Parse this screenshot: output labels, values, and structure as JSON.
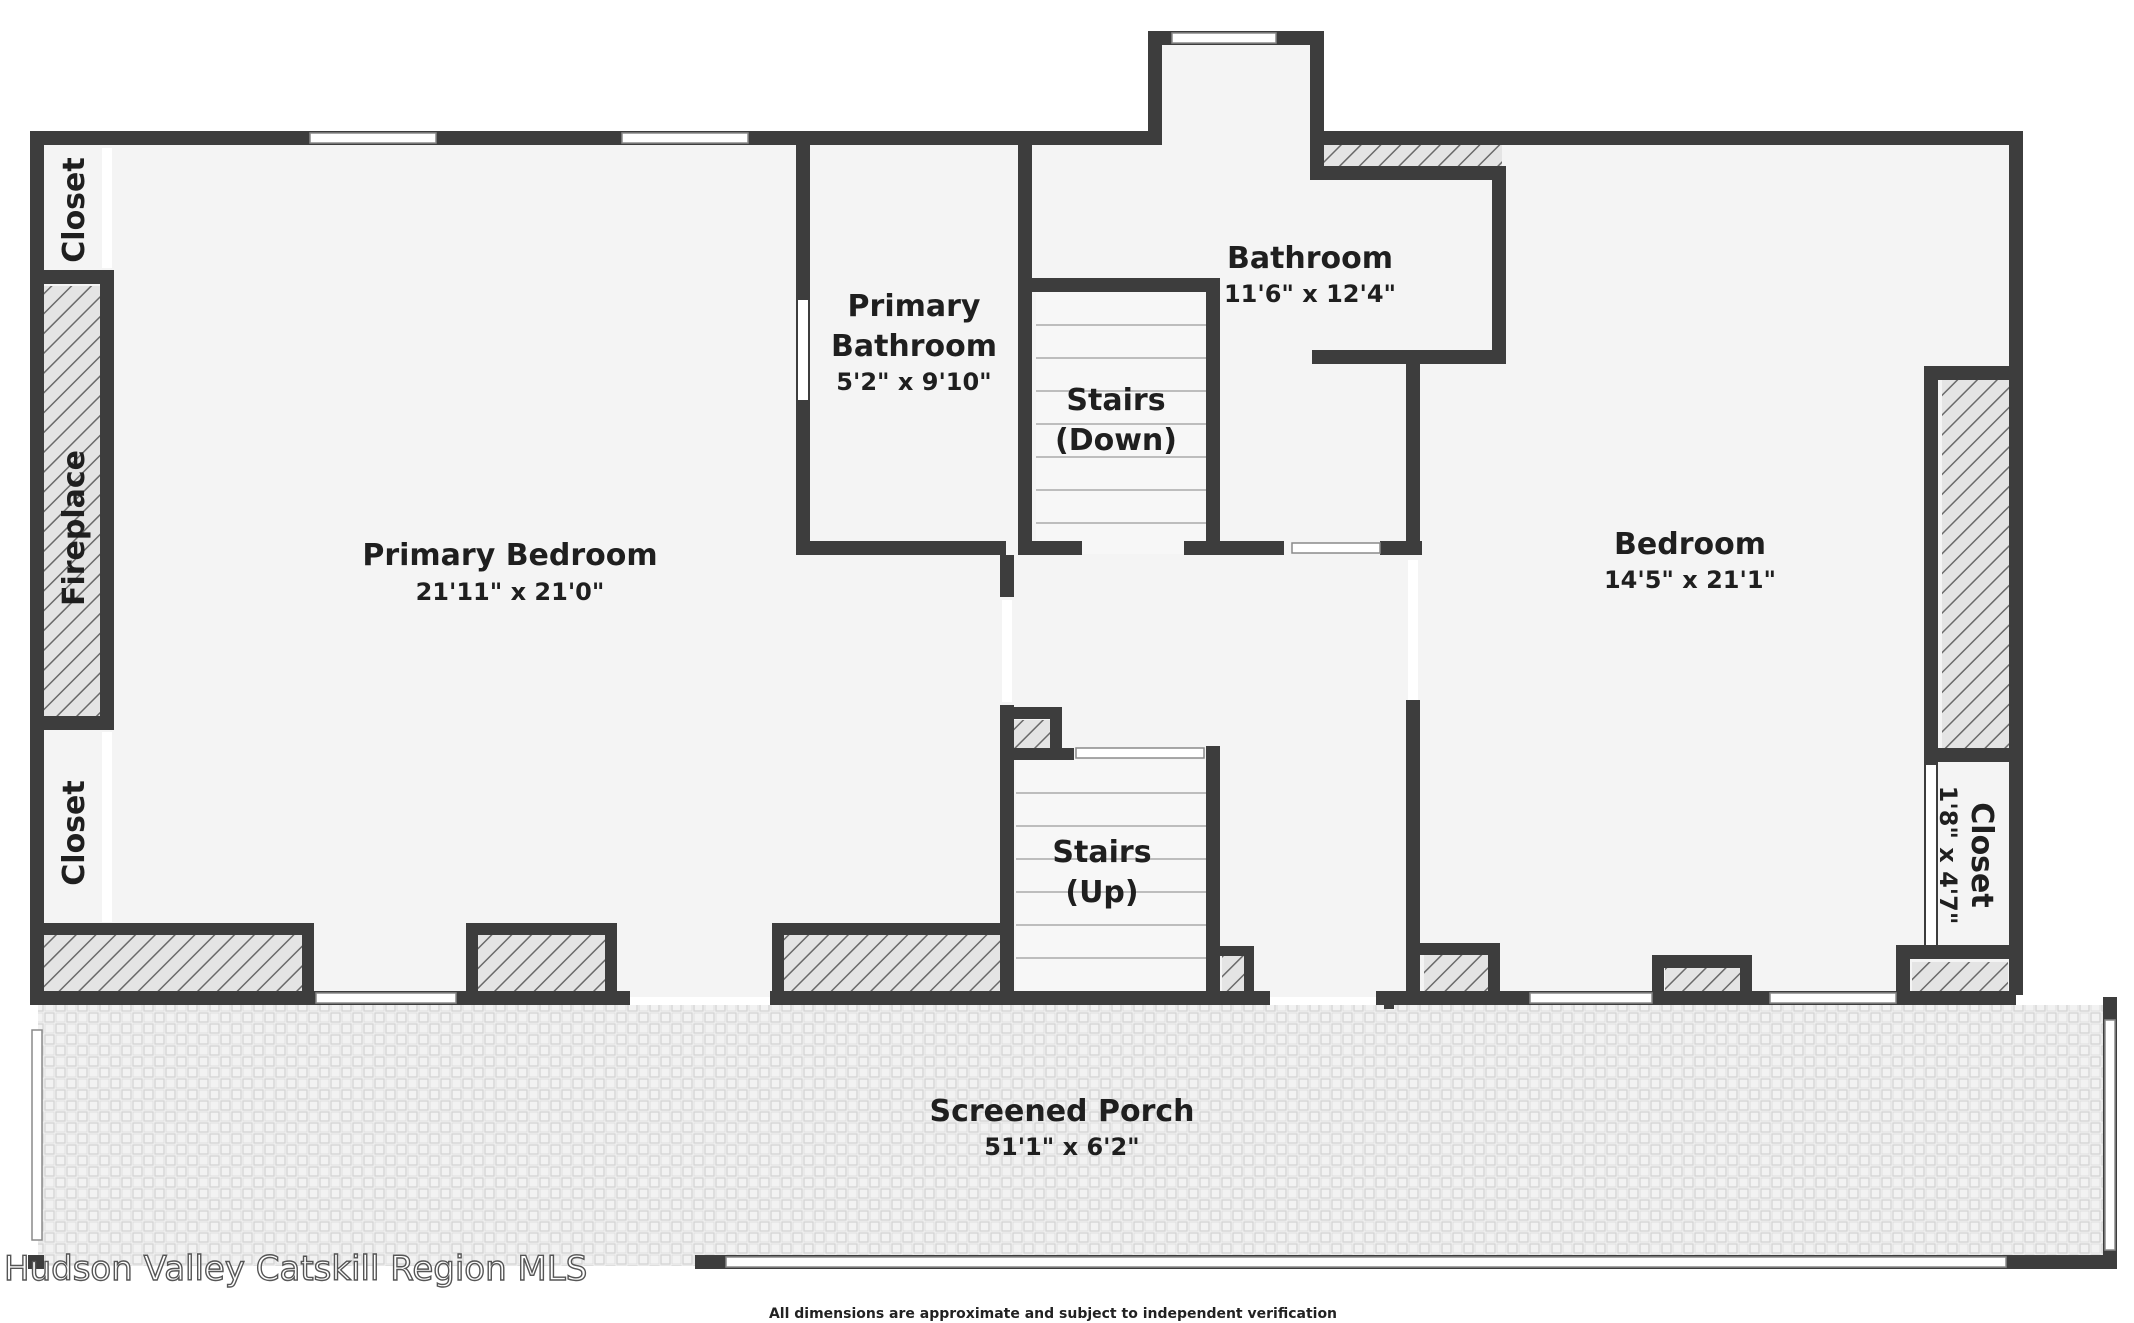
{
  "rooms": {
    "primary_bedroom": {
      "name": "Primary Bedroom",
      "dim": "21'11\" x 21'0\""
    },
    "primary_bathroom": {
      "name_line1": "Primary",
      "name_line2": "Bathroom",
      "dim": "5'2\" x 9'10\""
    },
    "bathroom": {
      "name": "Bathroom",
      "dim": "11'6\" x 12'4\""
    },
    "stairs_down": {
      "line1": "Stairs",
      "line2": "(Down)"
    },
    "stairs_up": {
      "line1": "Stairs",
      "line2": "(Up)"
    },
    "bedroom": {
      "name": "Bedroom",
      "dim": "14'5\" x 21'1\""
    },
    "closet_top_left": {
      "name": "Closet"
    },
    "closet_bottom_left": {
      "name": "Closet"
    },
    "fireplace": {
      "name": "Fireplace"
    },
    "closet_right": {
      "name": "Closet",
      "dim": "1'8\" x 4'7\""
    },
    "screened_porch": {
      "name": "Screened Porch",
      "dim": "51'1\" x 6'2\""
    }
  },
  "watermark": "Hudson Valley Catskill Region MLS",
  "footer_note": "All dimensions are approximate and subject to independent verification",
  "colors": {
    "wall": "#3d3d3d",
    "floor": "#f4f4f4",
    "hatch": "#6a6a6a",
    "porch": "#eeeeee"
  }
}
